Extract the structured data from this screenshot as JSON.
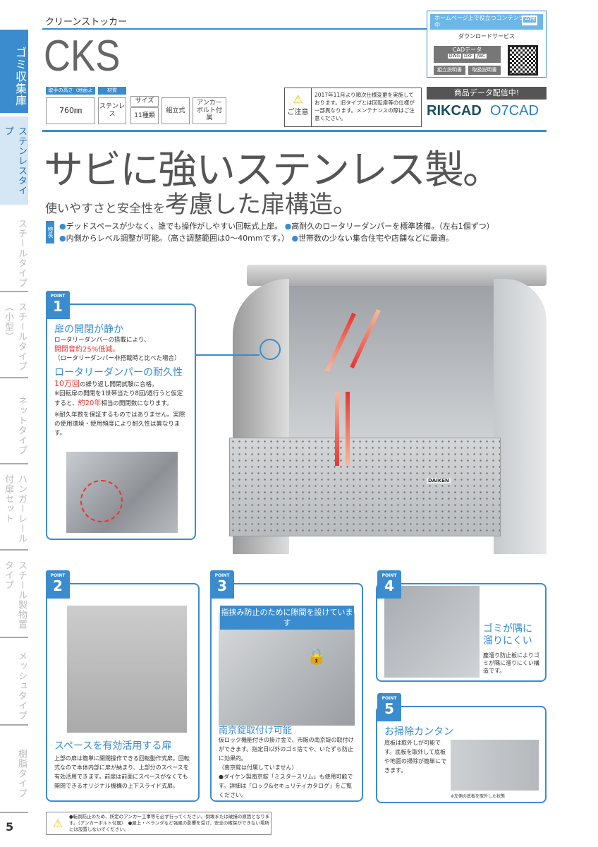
{
  "header": {
    "category": "クリーンストッカー",
    "model": "CKS"
  },
  "sidebar": {
    "items": [
      "ゴミ収集庫",
      "ステンレスタイプ",
      "スチールタイプ",
      "スチールタイプ（小型）",
      "ネットタイプ",
      "ハンガーレール付扉セット",
      "スチール製物置タイプ",
      "メッシュタイプ",
      "樹脂タイプ"
    ],
    "page_number": "5"
  },
  "specs": {
    "height_label": "取手の高さ（地面より）",
    "height_value": "760㎜",
    "material_label": "材質",
    "material_value": "ステンレス",
    "size_label": "サイズ",
    "size_value": "11種類",
    "assembly": "組立式",
    "anchor": "アンカーボルト付属"
  },
  "caution": {
    "label": "ご注意",
    "text": "2017年11月より順次仕様変更を実施しております。旧タイプとは回転扉等の仕様が一部異なります。メンテナンスの際はご注意ください。"
  },
  "download": {
    "banner": "ホームページ上で役立つコンテンツ公開中",
    "title": "ダウンロードサービス",
    "cad": "CADデータ",
    "formats": [
      "DWG",
      "DXF",
      "JWC"
    ],
    "manuals": [
      "組立説明書",
      "取扱説明書"
    ],
    "data_bar": "商品データ配信中!",
    "logos": [
      "RIKCAD",
      "O7CAD"
    ]
  },
  "headline": {
    "main": "サビに強いステンレス製。",
    "sub_small": "使いやすさと安全性を",
    "sub_large": "考慮した扉構造。"
  },
  "features": {
    "badge": "特長",
    "items": [
      "デッドスペースが少なく、誰でも操作がしやすい回転式上扉。",
      "高耐久のロータリーダンパーを標準装備。（左右1個ずつ）",
      "内側からレベル調整が可能。（高さ調整範囲は0〜40mmです。）",
      "世帯数の少ない集合住宅や店舗などに最適。"
    ]
  },
  "product_brand": "DAIKEN",
  "points": [
    {
      "label": "POINT",
      "num": "1",
      "title": "扉の開閉が静か",
      "l1": "ロータリーダンパーの搭載により、",
      "l2": "開閉音約25%低減。",
      "l3": "（ロータリーダンパー非搭載時と比べた場合）",
      "title2": "ロータリーダンパーの耐久性",
      "l4a": "10万回",
      "l4b": "の繰り返し開閉試験に合格。",
      "l5a": "※回転扉の開閉を1世帯当たり8回/週行うと仮定すると、",
      "l5b": "約20年",
      "l5c": "相当の開閉数になります。",
      "l6": "※耐久年数を保証するものではありません。実際の使用環境・使用頻度により耐久性は異なります。"
    },
    {
      "label": "POINT",
      "num": "2",
      "title": "スペースを有効活用する扉",
      "text": "上部の扉は簡単に開閉操作できる回転動作式扉。回転式なので本体内部に扉が納まり、上部分のスペースを有効活用できます。前扉は前面にスペースがなくても開閉できるオリジナル機構の上下スライド式扉。"
    },
    {
      "label": "POINT",
      "num": "3",
      "callout": "指挟み防止のために隙間を設けています",
      "title": "南京錠取付け可能",
      "text": "仮ロック機能付きの掛け金で、市販の南京錠の取付けができます。指定日以外のゴミ捨てや、いたずら防止に効果的。",
      "note": "（南京錠は付属していません）",
      "text2": "●ダイケン製南京錠「ミスタースリム」も使用可能です。詳細は「ロック&セキュリティカタログ」をご覧ください。"
    },
    {
      "label": "POINT",
      "num": "4",
      "title": "ゴミが隅に溜りにくい",
      "text": "塵溜り防止板によりゴミが隅に溜りにくい構造です。"
    },
    {
      "label": "POINT",
      "num": "5",
      "title": "お掃除カンタン",
      "text": "底板は取外しが可能です。底板を取外して底板や地面の掃除が簡単にできます。",
      "caption": "※左側の底板を取外した状態"
    }
  ],
  "footer_notice": "●転倒防止のため、所定のアンカー工事等を必ず行ってください。倒壊または破損の原因となります。（アンカーボルト付属）　●屋上・ベランダなど強風の影響を受け、安全の確保ができない場所には設置しないでください。",
  "colors": {
    "accent": "#3a8ccf",
    "red": "#e8352e",
    "dark_bar": "#555555"
  }
}
